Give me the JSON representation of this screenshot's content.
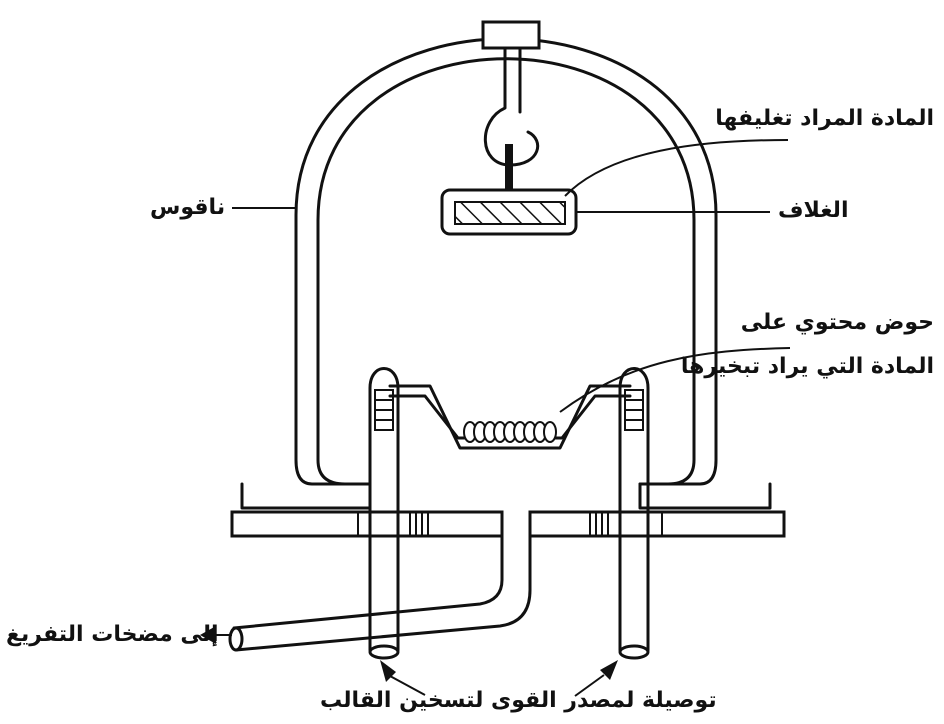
{
  "labels": {
    "coating_material": "المادة المراد تغليفها",
    "bell_jar": "ناقوس",
    "coating": "الغلاف",
    "basin_line1": "حوض محتوي على",
    "basin_line2": "المادة التي يراد تبخيرها",
    "vacuum_pumps": "إلى مضخات التفريغ",
    "power_connection": "توصيلة لمصدر القوى لتسخين القالب"
  },
  "colors": {
    "ink": "#111111",
    "background": "#ffffff"
  }
}
